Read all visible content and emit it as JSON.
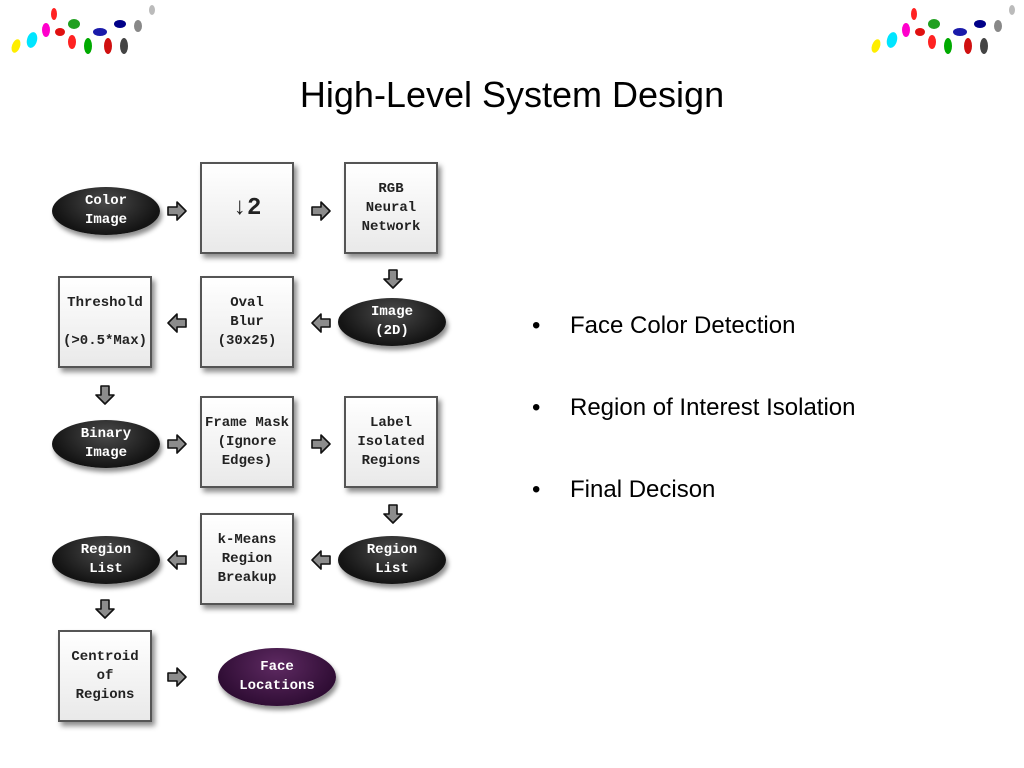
{
  "title": "High-Level System Design",
  "nodes": {
    "color_image": "Color\nImage",
    "downsample": "↓2",
    "rgb_nn": "RGB\nNeural\nNetwork",
    "image_2d": "Image\n(2D)",
    "oval_blur": "Oval\nBlur\n(30x25)",
    "threshold": "Threshold\n\n(>0.5*Max)",
    "binary_image": "Binary\nImage",
    "frame_mask": "Frame Mask\n(Ignore\nEdges)",
    "label_regions": "Label\nIsolated\nRegions",
    "region_list_right": "Region\nList",
    "kmeans": "k-Means\nRegion\nBreakup",
    "region_list_left": "Region\nList",
    "centroid": "Centroid\nof\nRegions",
    "face_locations": "Face\nLocations"
  },
  "bullets": [
    "Face Color Detection",
    "Region of Interest Isolation",
    "Final Decison"
  ],
  "colors": {
    "oval_dark": "#141414",
    "oval_purple": "#2e0c33",
    "box_border": "#555555",
    "arrow_fill": "#8c8c8c"
  }
}
